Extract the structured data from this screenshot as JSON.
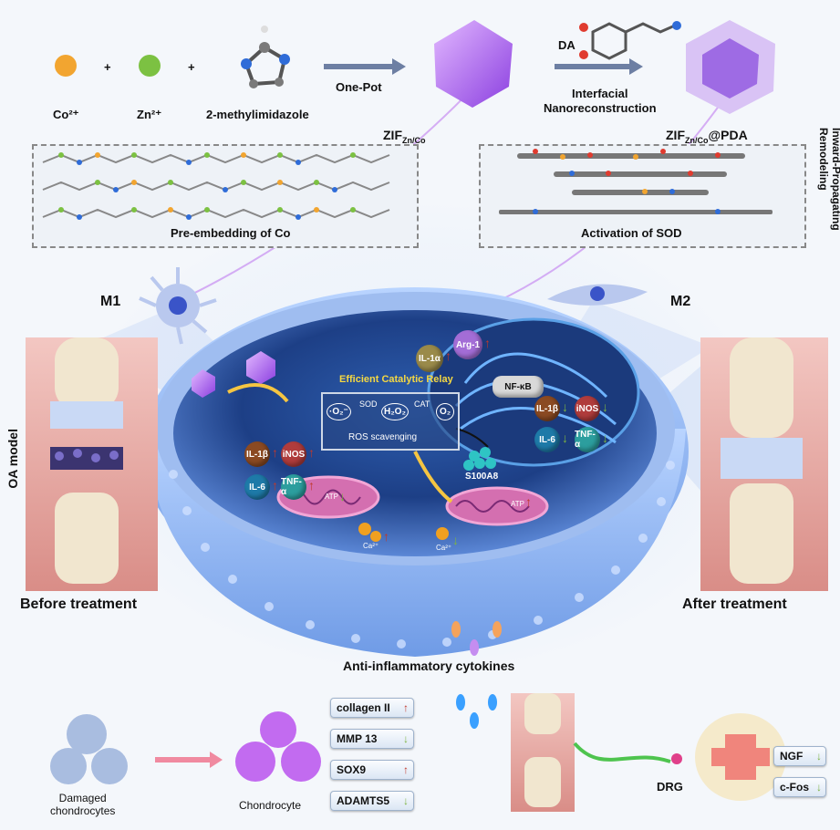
{
  "top": {
    "co_label": "Co²⁺",
    "zn_label": "Zn²⁺",
    "plus": "+",
    "mim_label": "2-methylimidazole",
    "onepot_label": "One-Pot",
    "da_label": "DA",
    "interfacial_label": "Interfacial\nNanoreconstruction",
    "zif_label": "ZIF",
    "zif_sub": "Zn/Co",
    "zifpda_label": "ZIF",
    "zifpda_sub": "Zn/Co",
    "zifpda_suffix": "@PDA",
    "preembed_label": "Pre-embedding of Co",
    "activation_label": "Activation of SOD",
    "inward_label": "Inward-Propagating\nRemodeling"
  },
  "cell": {
    "m1_label": "M1",
    "m2_label": "M2",
    "relay_title": "Efficient Catalytic Relay",
    "o2minus": "·O₂⁻",
    "sod": "SOD",
    "h2o2": "H₂O₂",
    "cat": "CAT",
    "o2": "O₂",
    "ros_label": "ROS scavenging",
    "s100a8": "S100A8",
    "nfkb": "NF-κB",
    "il1a": "IL-1α",
    "arg1": "Arg-1",
    "left_markers": [
      "IL-1β",
      "iNOS",
      "IL-6",
      "TNF-α"
    ],
    "right_markers": [
      "IL-1β",
      "iNOS",
      "IL-6",
      "TNF-α"
    ],
    "atp": "ATP",
    "ca": "Ca²⁺"
  },
  "side": {
    "oa_model": "OA model",
    "before": "Before treatment",
    "after": "After treatment"
  },
  "bottom": {
    "anti_inflam": "Anti-inflammatory cytokines",
    "damaged": "Damaged\nchondrocytes",
    "chondrocyte": "Chondrocyte",
    "markers": [
      {
        "name": "collagen II",
        "dir": "↑"
      },
      {
        "name": "MMP 13",
        "dir": "↓"
      },
      {
        "name": "SOX9",
        "dir": "↑"
      },
      {
        "name": "ADAMTS5",
        "dir": "↓"
      }
    ],
    "drg": "DRG",
    "nerve_markers": [
      {
        "name": "NGF",
        "dir": "↓"
      },
      {
        "name": "c-Fos",
        "dir": "↓"
      }
    ]
  }
}
